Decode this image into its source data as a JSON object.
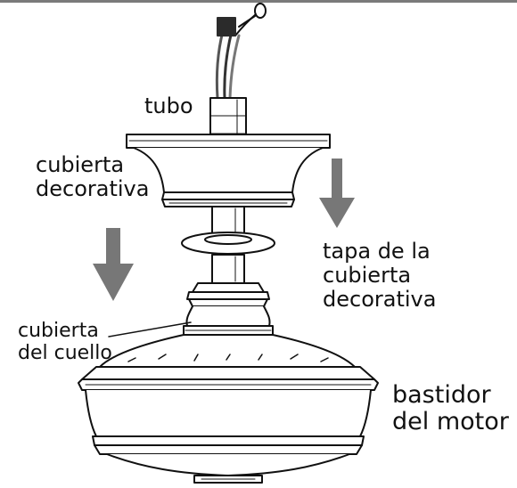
{
  "labels": {
    "tubo": "tubo",
    "cubierta_decorativa": [
      "cubierta",
      "decorativa"
    ],
    "tapa": [
      "tapa de la",
      "cubierta",
      "decorativa"
    ],
    "cubierta_cuello": [
      "cubierta",
      "del cuello"
    ],
    "bastidor_motor": [
      "bastidor",
      "del motor"
    ]
  },
  "colors": {
    "arrow": "#777777",
    "line": "#111111",
    "wire": "#555555",
    "connector": "#2b2b2b",
    "top_rule": "#7a7a7a"
  }
}
